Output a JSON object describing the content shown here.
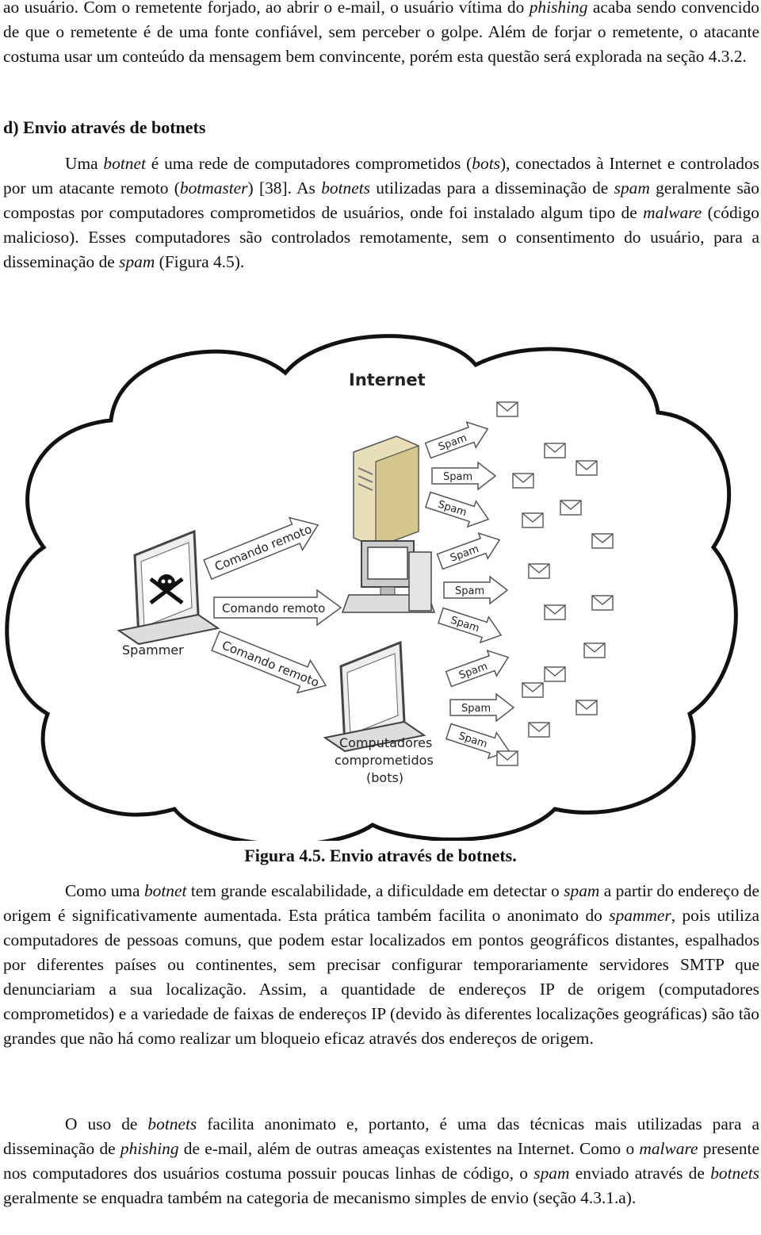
{
  "intro": {
    "s1": "ao usuário. Com o remetente forjado, ao abrir o e-mail, o usuário vítima do ",
    "s1_em": "phishing",
    "s2": " acaba sendo convencido de que o remetente é de uma fonte confiável, sem perceber o golpe. Além de forjar o remetente, o atacante costuma usar um conteúdo da mensagem bem convincente, porém esta questão será explorada na seção 4.3.2."
  },
  "section_heading": "d) Envio através de botnets",
  "para1": {
    "a": "Uma ",
    "a_em": "botnet",
    "b": " é uma rede de computadores comprometidos (",
    "b_em": "bots",
    "c": "), conectados à Internet e controlados por um atacante remoto (",
    "c_em": "botmaster",
    "d": ") [38]. As ",
    "d_em": "botnets",
    "e": " utilizadas para a disseminação de ",
    "e_em": "spam",
    "f": " geralmente são compostas por computadores comprometidos de usuários, onde foi instalado algum tipo de ",
    "f_em": "malware",
    "g": " (código malicioso). Esses computadores são controlados remotamente, sem o consentimento do usuário, para a disseminação de ",
    "g_em": "spam",
    "h": " (Figura 4.5)."
  },
  "figure": {
    "cloud_label": "Internet",
    "spammer_label": "Spammer",
    "command_label": "Comando remoto",
    "bots_label_1": "Computadores",
    "bots_label_2": "comprometidos",
    "bots_label_3": "(bots)",
    "spam_label": "Spam",
    "icons": [
      "cloud-icon",
      "laptop-icon",
      "skull-crossbones-icon",
      "server-tower-icon",
      "desktop-computer-icon",
      "envelope-icon",
      "arrow-icon"
    ]
  },
  "caption": "Figura 4.5. Envio através de botnets.",
  "para2": {
    "a": "Como uma ",
    "a_em": "botnet",
    "b": " tem grande escalabilidade, a dificuldade em detectar o ",
    "b_em": "spam",
    "c": " a partir do endereço de origem é significativamente aumentada. Esta prática também facilita o anonimato do ",
    "c_em": "spammer",
    "d": ", pois utiliza computadores de pessoas comuns, que podem estar localizados em pontos geográficos distantes, espalhados por diferentes países ou continentes, sem precisar configurar temporariamente servidores SMTP que denunciariam a sua localização. Assim, a quantidade de endereços IP de origem (computadores comprometidos) e a variedade de faixas de endereços IP (devido às diferentes localizações geográficas) são tão grandes que não há como realizar um bloqueio eficaz através dos endereços de origem."
  },
  "para3": {
    "a": "O uso de ",
    "a_em": "botnets",
    "b": " facilita anonimato e, portanto, é uma das técnicas mais utilizadas para a disseminação de ",
    "b_em": "phishing",
    "c": " de e-mail, além de outras ameaças existentes na Internet. Como o ",
    "c_em": "malware",
    "d": " presente nos computadores dos usuários costuma possuir poucas linhas de código, o ",
    "d_em": "spam",
    "e": " enviado através de ",
    "e_em": "botnets",
    "f": " geralmente se enquadra também na categoria de mecanismo simples de envio (seção 4.3.1.a)."
  }
}
